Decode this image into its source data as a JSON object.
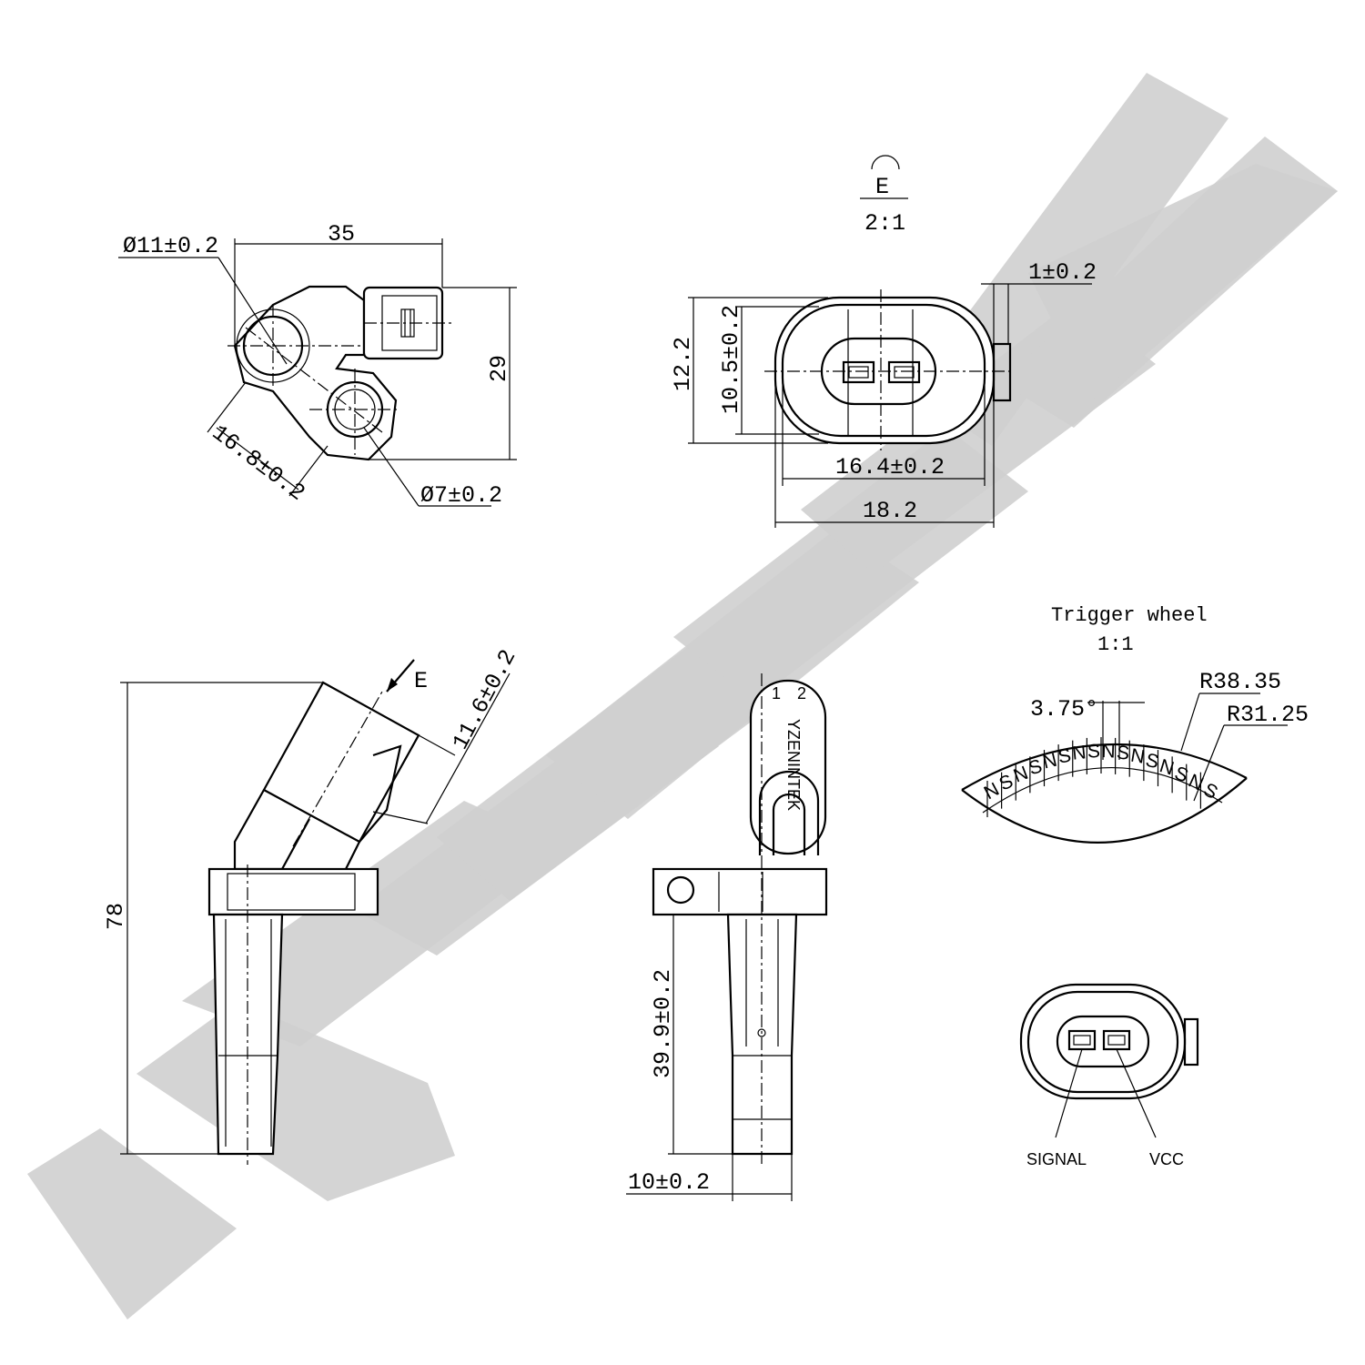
{
  "watermark": {
    "brand": "YZENINTEK"
  },
  "top_view": {
    "dim_width": "35",
    "dim_height": "29",
    "dim_bore_large": "Ø11±0.2",
    "dim_bore_small": "Ø7±0.2",
    "dim_center_distance": "16.8±0.2"
  },
  "connector_view": {
    "view_label": "E",
    "scale": "2:1",
    "dim_tab": "1±0.2",
    "dim_outer_height": "12.2",
    "dim_inner_height": "10.5±0.2",
    "dim_inner_width": "16.4±0.2",
    "dim_outer_width": "18.2"
  },
  "side_view": {
    "dim_total_length": "78",
    "dim_connector": "11.6±0.2",
    "view_arrow_label": "E"
  },
  "front_view": {
    "dim_sensor_length": "39.9±0.2",
    "dim_tip_width": "10±0.2",
    "cap_marks": [
      "1",
      "2"
    ],
    "body_marking": "YZENINTEK"
  },
  "trigger_wheel": {
    "title": "Trigger wheel",
    "scale": "1:1",
    "angle": "3.75°",
    "outer_radius": "R38.35",
    "inner_radius": "R31.25",
    "poles": [
      "N",
      "S",
      "N",
      "S",
      "N",
      "S",
      "N",
      "S",
      "N",
      "S",
      "N",
      "S",
      "N",
      "S",
      "N",
      "S"
    ]
  },
  "pinout": {
    "pin1": "SIGNAL",
    "pin2": "VCC"
  }
}
